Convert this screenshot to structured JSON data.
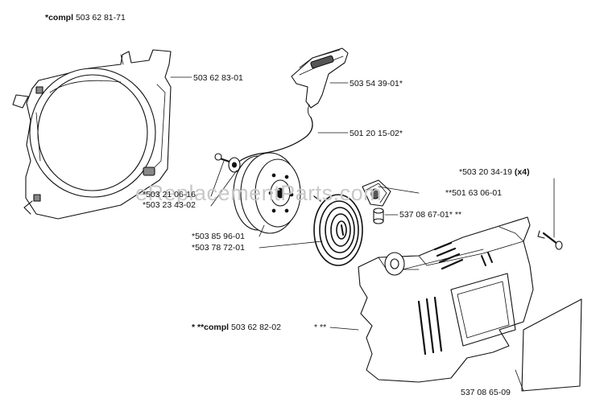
{
  "watermark": "eReplacementParts.com",
  "labels": {
    "compl_top_prefix": "*compl",
    "compl_top_num": "503 62 81-71",
    "housing_rear": "503 62 83-01",
    "handle": "503 54 39-01*",
    "rope": "501 20 15-02*",
    "screw_a": "*503 21 06-16",
    "screw_b": "*503 23 43-02",
    "pulley_a": "*503 85 96-01",
    "pulley_b": "*503 78 72-01",
    "bolt_x4_num": "*503 20 34-19",
    "bolt_x4_qty": "(x4)",
    "grommet": "**501 63 06-01",
    "bushing": "537 08 67-01* **",
    "compl_bottom_prefix": "* **compl",
    "compl_bottom_num": "503 62 82-02",
    "cover_stars": "* **",
    "sticker": "537 08 65-09"
  }
}
